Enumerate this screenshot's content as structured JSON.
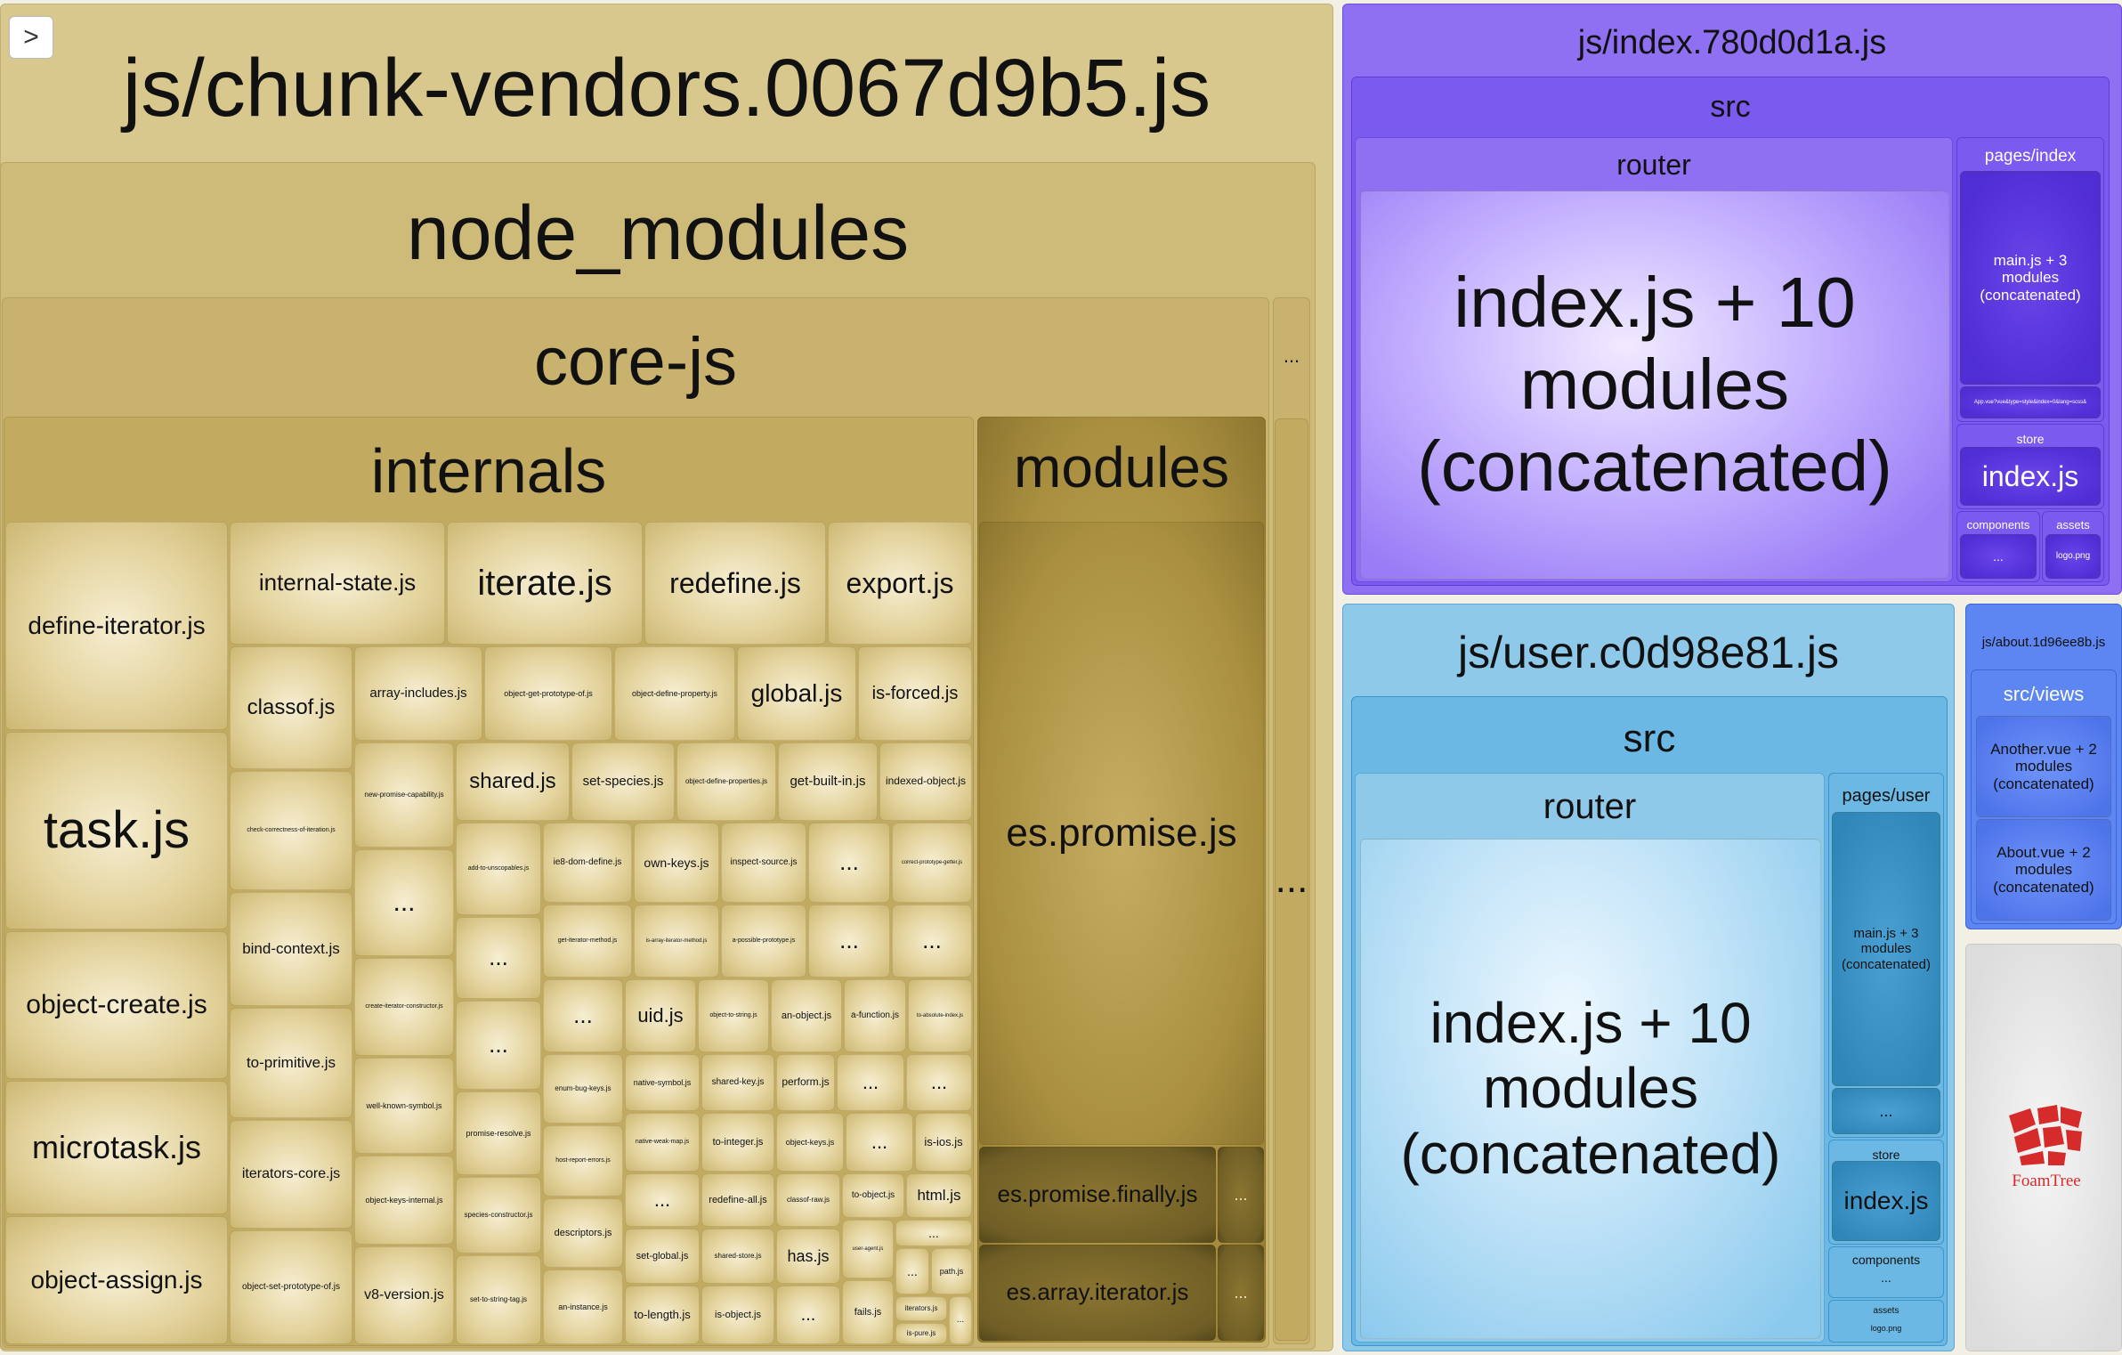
{
  "toggle_button": ">",
  "vendors": {
    "title": "js/chunk-vendors.0067d9b5.js",
    "node_modules": "node_modules",
    "core_js": "core-js",
    "internals": "internals",
    "modules": "modules",
    "more_core": "...",
    "more_node": "...",
    "internals_files": [
      "define-iterator.js",
      "task.js",
      "object-create.js",
      "microtask.js",
      "object-assign.js",
      "internal-state.js",
      "iterate.js",
      "redefine.js",
      "export.js",
      "classof.js",
      "array-includes.js",
      "object-get-prototype-of.js",
      "object-define-property.js",
      "global.js",
      "is-forced.js",
      "new-promise-capability.js",
      "shared.js",
      "set-species.js",
      "object-define-properties.js",
      "get-built-in.js",
      "indexed-object.js",
      "check-correctness-of-iteration.js",
      "add-to-unscopables.js",
      "ie8-dom-define.js",
      "own-keys.js",
      "inspect-source.js",
      "...",
      "correct-prototype-getter.js",
      "bind-context.js",
      "get-iterator-method.js",
      "is-array-iterator-method.js",
      "a-possible-prototype.js",
      "to-primitive.js",
      "create-iterator-constructor.js",
      "uid.js",
      "object-to-string.js",
      "an-object.js",
      "a-function.js",
      "to-absolute-index.js",
      "well-known-symbol.js",
      "enum-bug-keys.js",
      "native-symbol.js",
      "shared-key.js",
      "perform.js",
      "iterators-core.js",
      "promise-resolve.js",
      "host-report-errors.js",
      "native-weak-map.js",
      "to-integer.js",
      "object-keys.js",
      "is-ios.js",
      "object-keys-internal.js",
      "species-constructor.js",
      "descriptors.js",
      "redefine-all.js",
      "classof-raw.js",
      "to-object.js",
      "html.js",
      "object-set-prototype-of.js",
      "v8-version.js",
      "set-to-string-tag.js",
      "set-global.js",
      "shared-store.js",
      "has.js",
      "user-agent.js",
      "path.js",
      "an-instance.js",
      "to-length.js",
      "is-object.js",
      "fails.js",
      "iterators.js",
      "is-pure.js"
    ],
    "modules_files": [
      "es.promise.js",
      "es.promise.finally.js",
      "es.array.iterator.js"
    ]
  },
  "index_bundle": {
    "title": "js/index.780d0d1a.js",
    "src": "src",
    "router": "router",
    "router_leaf": "index.js + 10 modules (concatenated)",
    "pages": "pages/index",
    "pages_leaf": "main.js + 3 modules (concatenated)",
    "pages_small": "App.vue?vue&type=style&index=0&lang=scss&",
    "store": "store",
    "store_leaf": "index.js",
    "components": "components",
    "assets": "assets",
    "assets_leaf": "logo.png"
  },
  "user_bundle": {
    "title": "js/user.c0d98e81.js",
    "src": "src",
    "router": "router",
    "router_leaf": "index.js + 10 modules (concatenated)",
    "pages": "pages/user",
    "pages_leaf": "main.js + 3 modules (concatenated)",
    "store": "store",
    "store_leaf": "index.js",
    "components": "components",
    "assets": "assets",
    "assets_leaf": "logo.png"
  },
  "about_bundle": {
    "title": "js/about.1d96ee8b.js",
    "src_views": "src/views",
    "items": [
      "Another.vue + 2 modules (concatenated)",
      "About.vue + 2 modules (concatenated)"
    ]
  },
  "logo": {
    "name": "FoamTree",
    "color": "#d62b2b"
  },
  "ellipsis": "..."
}
